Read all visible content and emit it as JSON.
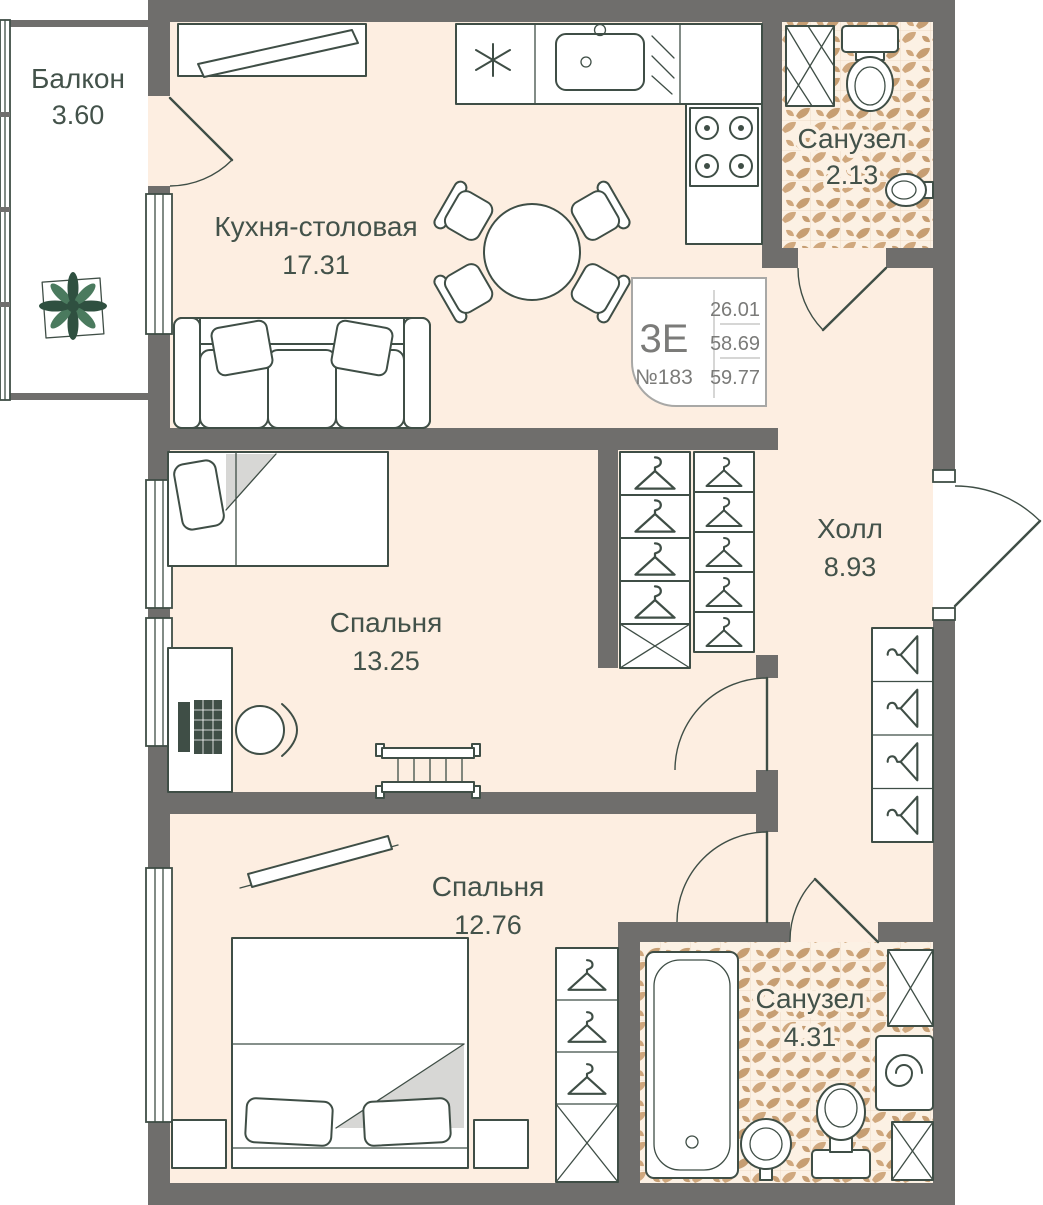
{
  "plan": {
    "badge": {
      "type": "3Е",
      "unit_number": "№183",
      "areas": [
        "26.01",
        "58.69",
        "59.77"
      ]
    },
    "rooms": {
      "balcony": {
        "name": "Балкон",
        "area": "3.60"
      },
      "kitchen": {
        "name": "Кухня-столовая",
        "area": "17.31"
      },
      "bathroom_top": {
        "name": "Санузел",
        "area": "2.13"
      },
      "hall": {
        "name": "Холл",
        "area": "8.93"
      },
      "bedroom_mid": {
        "name": "Спальня",
        "area": "13.25"
      },
      "bedroom_bottom": {
        "name": "Спальня",
        "area": "12.76"
      },
      "bathroom_bottom": {
        "name": "Санузел",
        "area": "4.31"
      }
    },
    "colors": {
      "floor": "#fdeee1",
      "balcony_floor": "#ffffff",
      "wall": "#6f6e6c",
      "outline": "#3f4e46",
      "tile_bg": "#fcf1e4",
      "tile_leaf": "#d0a87e",
      "tile_leaf_dark": "#c69e73",
      "text": "#43524a",
      "badge_text": "#7b7b79",
      "shade": "#d7d7d5",
      "plant": "#2f5040"
    }
  }
}
